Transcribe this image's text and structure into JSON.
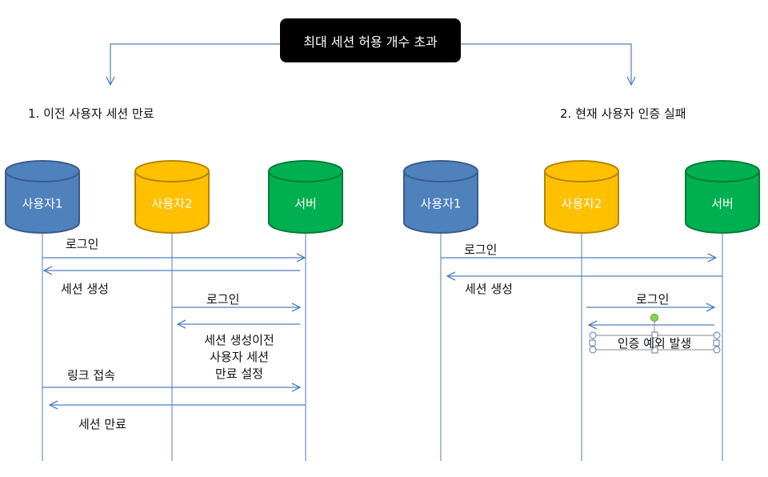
{
  "title": "최대 세션 허용 개수 초과",
  "scenario1": {
    "heading": "1. 이전 사용자 세션 만료",
    "actors": [
      "사용자1",
      "사용자2",
      "서버"
    ],
    "messages": {
      "m1": "로그인",
      "m2": "세션 생성",
      "m3": "로그인",
      "m4": [
        "세션 생성이전",
        "사용자 세션",
        "만료 설정"
      ],
      "m5": "링크 접속",
      "m6": "세션 만료"
    }
  },
  "scenario2": {
    "heading": "2. 현재 사용자 인증 실패",
    "actors": [
      "사용자1",
      "사용자2",
      "서버"
    ],
    "messages": {
      "m1": "로그인",
      "m2": "세션 생성",
      "m3": "로그인",
      "m4": "인증 예외 발생"
    }
  },
  "colors": {
    "blue_fill": "#4f81bd",
    "blue_stroke": "#385d8a",
    "yellow_fill": "#ffc000",
    "yellow_stroke": "#b28600",
    "green_fill": "#00b050",
    "green_stroke": "#007c38",
    "line": "#4f7fbd",
    "handle_green": "#8fd14f"
  }
}
